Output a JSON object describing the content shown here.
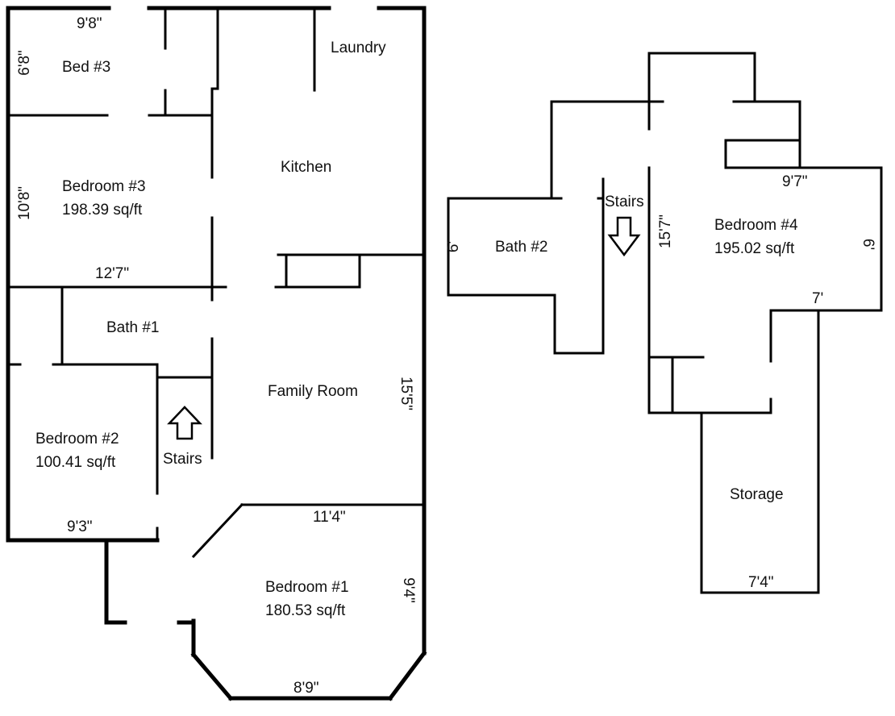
{
  "floor_one": {
    "rooms": {
      "bed3_small": "Bed #3",
      "laundry": "Laundry",
      "kitchen": "Kitchen",
      "bedroom3": "Bedroom #3",
      "bedroom3_area": "198.39 sq/ft",
      "bath1": "Bath #1",
      "family_room": "Family Room",
      "bedroom2": "Bedroom #2",
      "bedroom2_area": "100.41 sq/ft",
      "stairs": "Stairs",
      "bedroom1": "Bedroom #1",
      "bedroom1_area": "180.53 sq/ft"
    },
    "dimensions": {
      "bed3_width": "9'8\"",
      "bed3_height": "6'8\"",
      "bedroom3_height": "10'8\"",
      "bedroom3_width": "12'7\"",
      "family_room_height": "15'5\"",
      "bedroom2_width": "9'3\"",
      "bedroom1_top": "11'4\"",
      "bedroom1_side": "9'4\"",
      "bedroom1_bottom": "8'9\""
    },
    "stairs_arrow": "up-arrow-icon"
  },
  "floor_two": {
    "rooms": {
      "stairs": "Stairs",
      "bath2": "Bath #2",
      "bedroom4": "Bedroom #4",
      "bedroom4_area": "195.02 sq/ft",
      "storage": "Storage"
    },
    "dimensions": {
      "bath2_side": "6'",
      "bedroom4_width": "9'7\"",
      "bedroom4_height": "15'7\"",
      "bedroom4_side": "6'",
      "bedroom4_notch": "7'",
      "storage_width": "7'4\""
    },
    "stairs_arrow": "down-arrow-icon"
  }
}
